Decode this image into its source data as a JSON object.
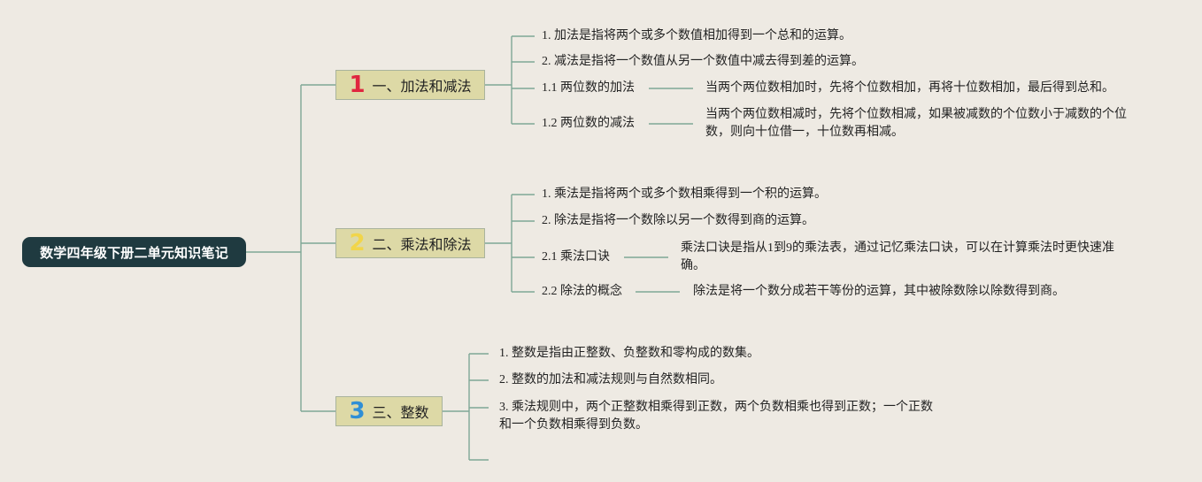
{
  "root": {
    "title": "数学四年级下册二单元知识笔记"
  },
  "colors": {
    "line": "#7fa796",
    "root_bg": "#1f3a40",
    "branch_bg": "#ddd9a6",
    "num1": "#e0263f",
    "num2": "#f1d54a",
    "num3": "#2f8fd6"
  },
  "branches": [
    {
      "number": "1",
      "label": "一、加法和减法",
      "items": [
        "1. 加法是指将两个或多个数值相加得到一个总和的运算。",
        "2. 减法是指将一个数值从另一个数值中减去得到差的运算。",
        "1.1 两位数的加法",
        "1.2 两位数的减法"
      ],
      "details": [
        "当两个两位数相加时，先将个位数相加，再将十位数相加，最后得到总和。",
        "当两个两位数相减时，先将个位数相减，如果被减数的个位数小于减数的个位数，则向十位借一，十位数再相减。"
      ]
    },
    {
      "number": "2",
      "label": "二、乘法和除法",
      "items": [
        "1. 乘法是指将两个或多个数相乘得到一个积的运算。",
        "2. 除法是指将一个数除以另一个数得到商的运算。",
        "2.1 乘法口诀",
        "2.2 除法的概念"
      ],
      "details": [
        "乘法口诀是指从1到9的乘法表，通过记忆乘法口诀，可以在计算乘法时更快速准确。",
        "除法是将一个数分成若干等份的运算，其中被除数除以除数得到商。"
      ]
    },
    {
      "number": "3",
      "label": "三、整数",
      "items": [
        "1. 整数是指由正整数、负整数和零构成的数集。",
        "2. 整数的加法和减法规则与自然数相同。",
        "3. 乘法规则中，两个正整数相乘得到正数，两个负数相乘也得到正数；一个正数和一个负数相乘得到负数。"
      ]
    }
  ]
}
